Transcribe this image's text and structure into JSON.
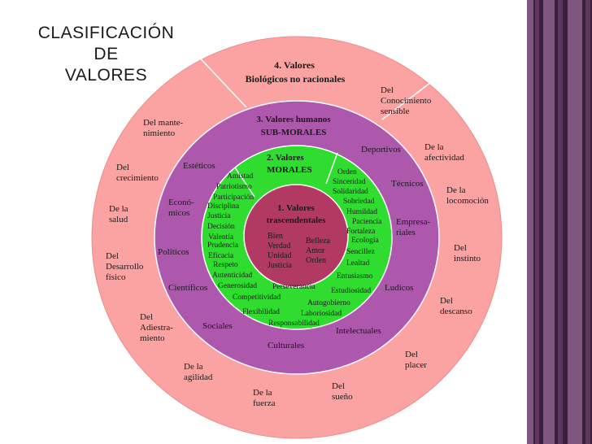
{
  "title_lines": [
    "CLASIFICACIÓN",
    "DE",
    "VALORES"
  ],
  "colors": {
    "outer_ring": "#fba3a3",
    "outer_ring_stroke": "#f08a8a",
    "divider": "#ffffff",
    "human_ring": "#ad57ad",
    "moral_ring": "#2fdc2f",
    "transcendent_core": "#b23a62",
    "text": "#1a1a1a",
    "band_dark": "#3a1f3a",
    "band_stripe_a": "#5d375d",
    "band_stripe_b": "#7e567e"
  },
  "rings": {
    "biologicos": {
      "title_line1": "4. Valores",
      "title_line2": "Biológicos no racionales",
      "items": [
        [
          "Del",
          "Conocimiento",
          "sensible"
        ],
        [
          "De la",
          "afectividad"
        ],
        [
          "De la",
          "locomoción"
        ],
        [
          "Del",
          "instinto"
        ],
        [
          "Del",
          "descanso"
        ],
        [
          "Del",
          "placer"
        ],
        [
          "Del",
          "sueño"
        ],
        [
          "De la",
          "fuerza"
        ],
        [
          "De la",
          "agilidad"
        ],
        [
          "Del",
          "Adiestra-",
          "miento"
        ],
        [
          "Del",
          "Desarrollo",
          "físico"
        ],
        [
          "De la",
          "salud"
        ],
        [
          "Del",
          "crecimiento"
        ],
        [
          "Del mante-",
          "nimiento"
        ]
      ]
    },
    "humanos": {
      "title_line1": "3. Valores humanos",
      "title_line2": "SUB-MORALES",
      "items": [
        [
          "Deportivos"
        ],
        [
          "Técnicos"
        ],
        [
          "Empresa-",
          "riales"
        ],
        [
          "Ludicos"
        ],
        [
          "Intelectuales"
        ],
        [
          "Culturales"
        ],
        [
          "Sociales"
        ],
        [
          "Científicos"
        ],
        [
          "Políticos"
        ],
        [
          "Econó-",
          "micos"
        ],
        [
          "Estéticos"
        ]
      ]
    },
    "morales": {
      "title_line1": "2. Valores",
      "title_line2": "MORALES",
      "items": [
        "Amistad",
        "Patriotismo",
        "Participación",
        "Disciplina",
        "Justicia",
        "Decisión",
        "Valentía",
        "Prudencia",
        "Eficacia",
        "Respeto",
        "Autenticidad",
        "Generosidad",
        "Perseverancia",
        "Competitividad",
        "Flexibilidad",
        "Responsabilidad",
        "Laboriosidad",
        "Autogobierno",
        "Estudiosidad",
        "Entusiasmo",
        "Lealtad",
        "Sencillez",
        "Ecología",
        "Fortaleza",
        "Paciencia",
        "Humildad",
        "Sobriedad",
        "Solidaridad",
        "Sinceridad",
        "Orden"
      ]
    },
    "trascendentales": {
      "title_line1": "1. Valores",
      "title_line2": "trascendentales",
      "col1": [
        "Bien",
        "Verdad",
        "Unidad",
        "Justicia"
      ],
      "col2": [
        "Belleza",
        "Amor",
        "Orden"
      ]
    }
  }
}
